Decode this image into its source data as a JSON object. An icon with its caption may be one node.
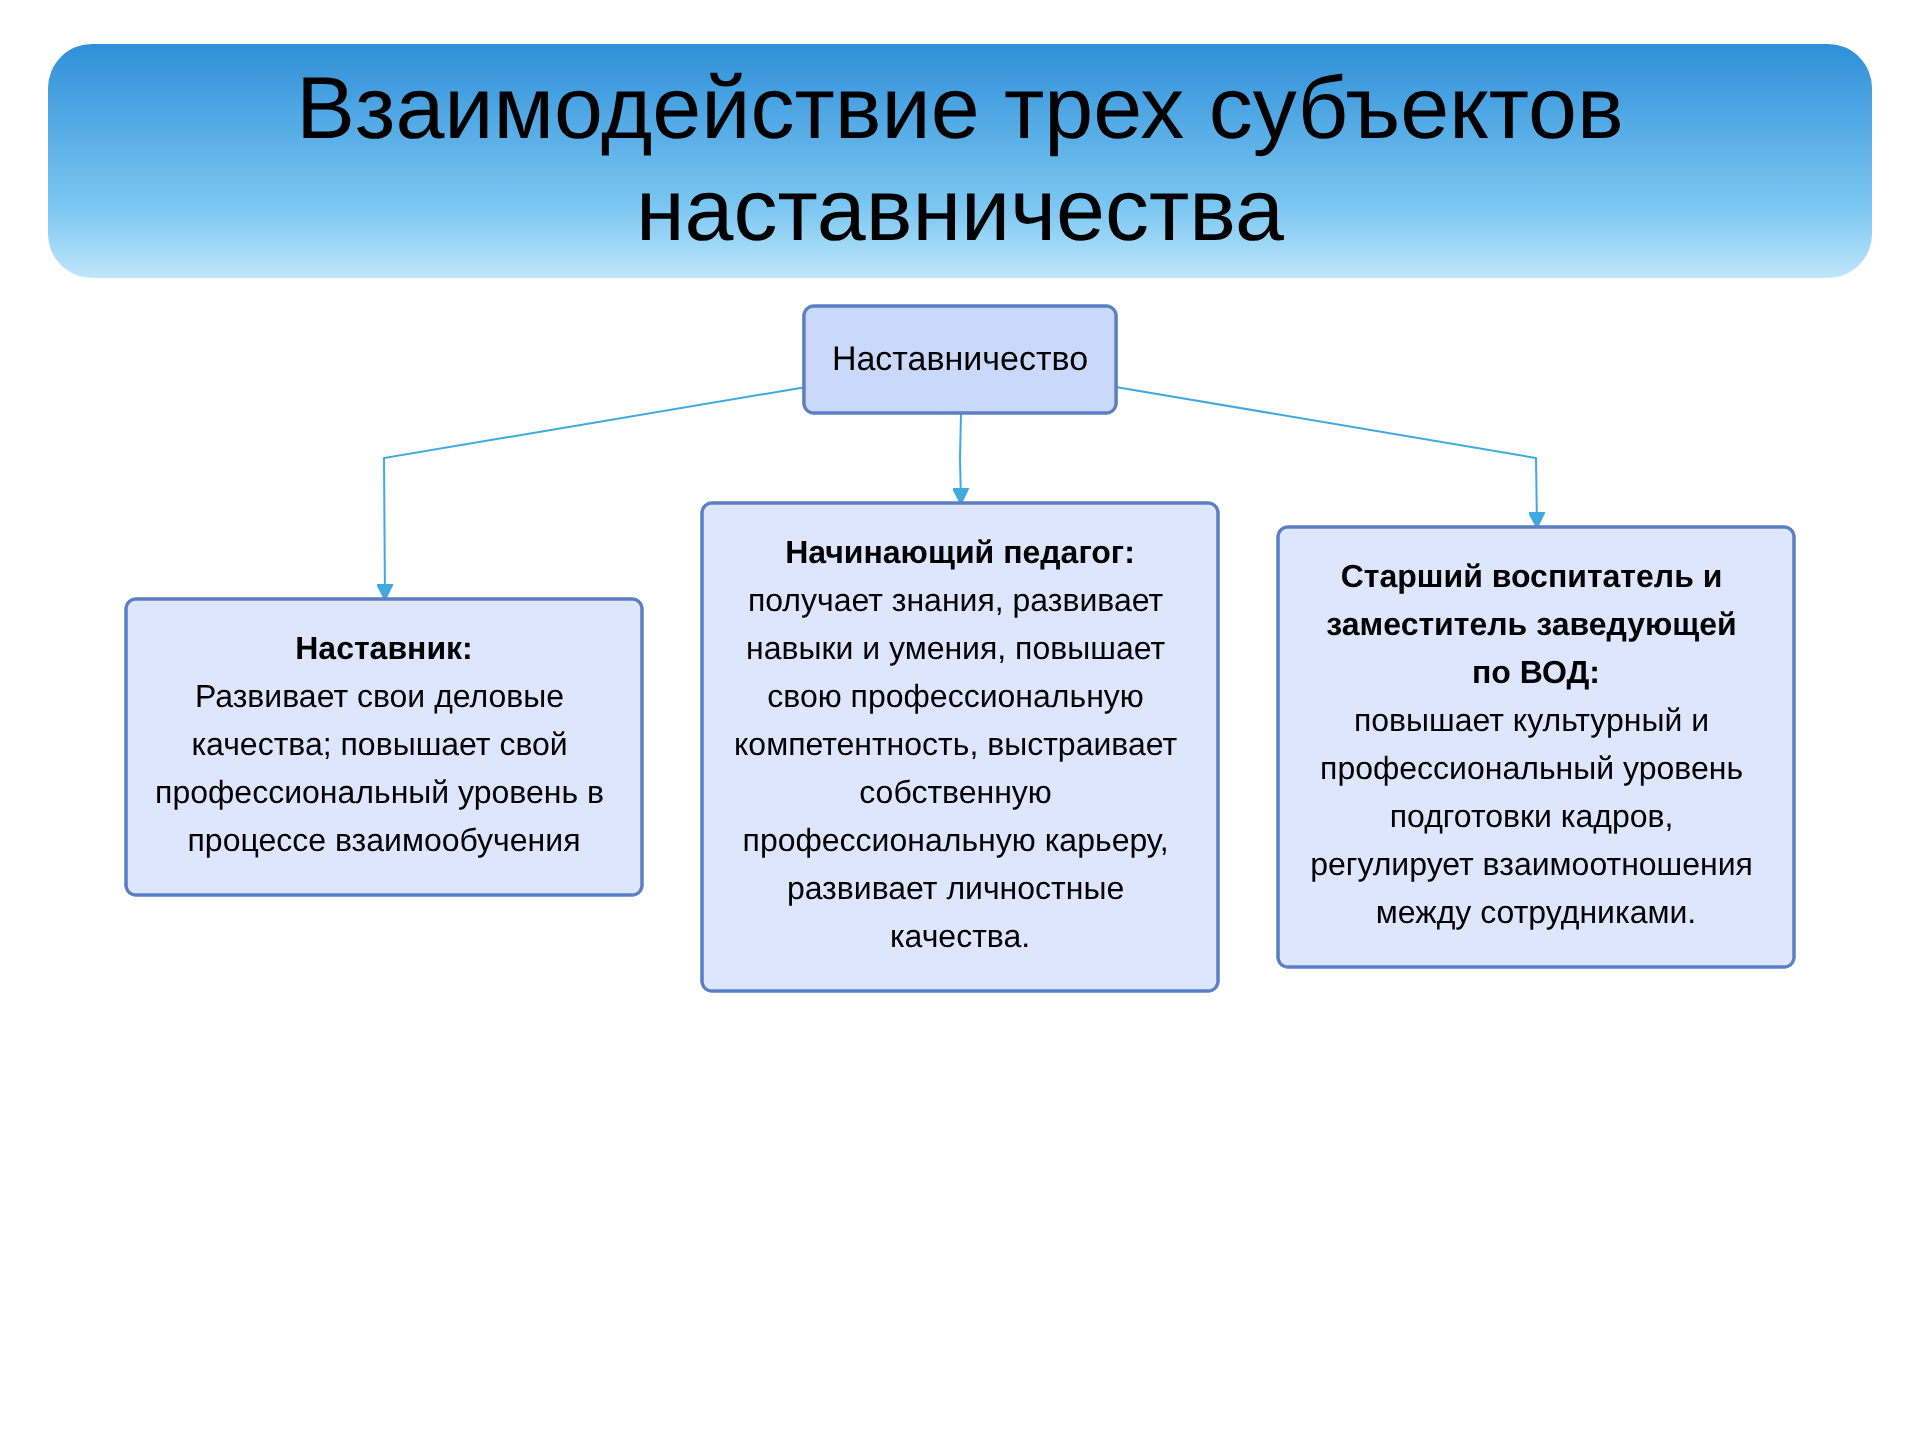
{
  "diagram": {
    "title": "Взаимодействие трех субъектов наставничества",
    "nodes": [
      {
        "text": [
          "Наставничество"
        ]
      },
      {
        "text": [
          "Наставник:",
          "Развивает свои деловые качества; повышает свой профессиональный уровень в процессе взаимообучения"
        ]
      },
      {
        "text": [
          "Начинающий педагог:",
          "получает знания, развивает навыки и умения, повышает свою профессиональную компетентность, выстраивает собственную профессиональную карьеру, развивает личностные качества."
        ]
      },
      {
        "text": [
          "Старший воспитатель и заместитель заведующей по ВОД:",
          "повышает культурный и профессиональный уровень подготовки кадров, регулирует взаимоотношения между сотрудниками."
        ]
      }
    ],
    "edges": [
      {
        "from": 0,
        "to": 1,
        "arrow": "to"
      },
      {
        "from": 0,
        "to": 2,
        "arrow": "to"
      },
      {
        "from": 0,
        "to": 3,
        "arrow": "to"
      }
    ]
  }
}
